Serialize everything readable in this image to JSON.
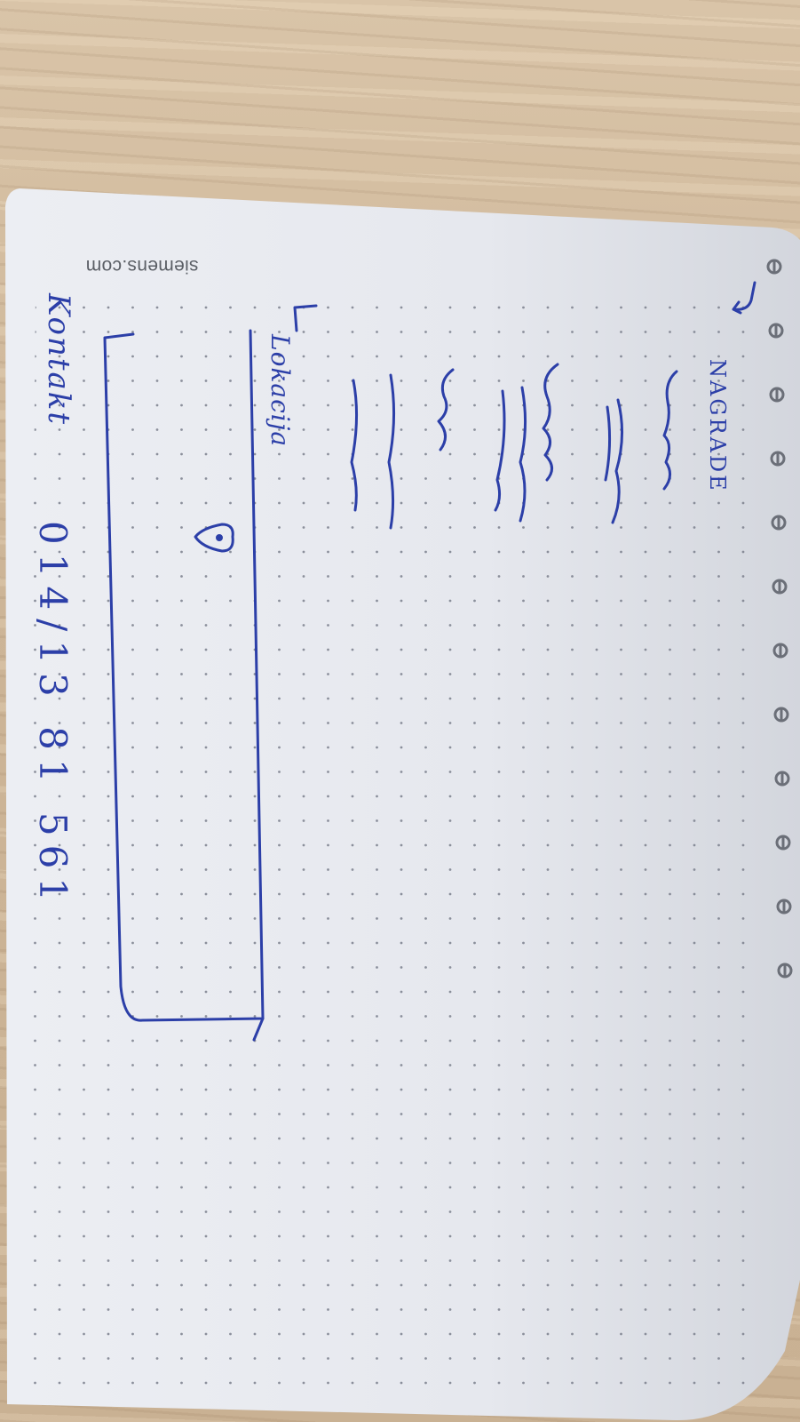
{
  "notebook": {
    "brand_text": "siemens.com"
  },
  "handwriting": {
    "heading": "NAGRADE",
    "location_label": "Lokacija",
    "contact_label": "Kontakt",
    "phone": "014/13 81 561"
  },
  "colors": {
    "ink": "#2c3fa8",
    "paper": "#e9ebf1",
    "dots": "#7a7f8c",
    "desk": "#cdb597",
    "spiral": "#6b6f78"
  },
  "icons": {
    "location_marker": "map-pin-icon",
    "arrow": "arrow-down-icon"
  }
}
